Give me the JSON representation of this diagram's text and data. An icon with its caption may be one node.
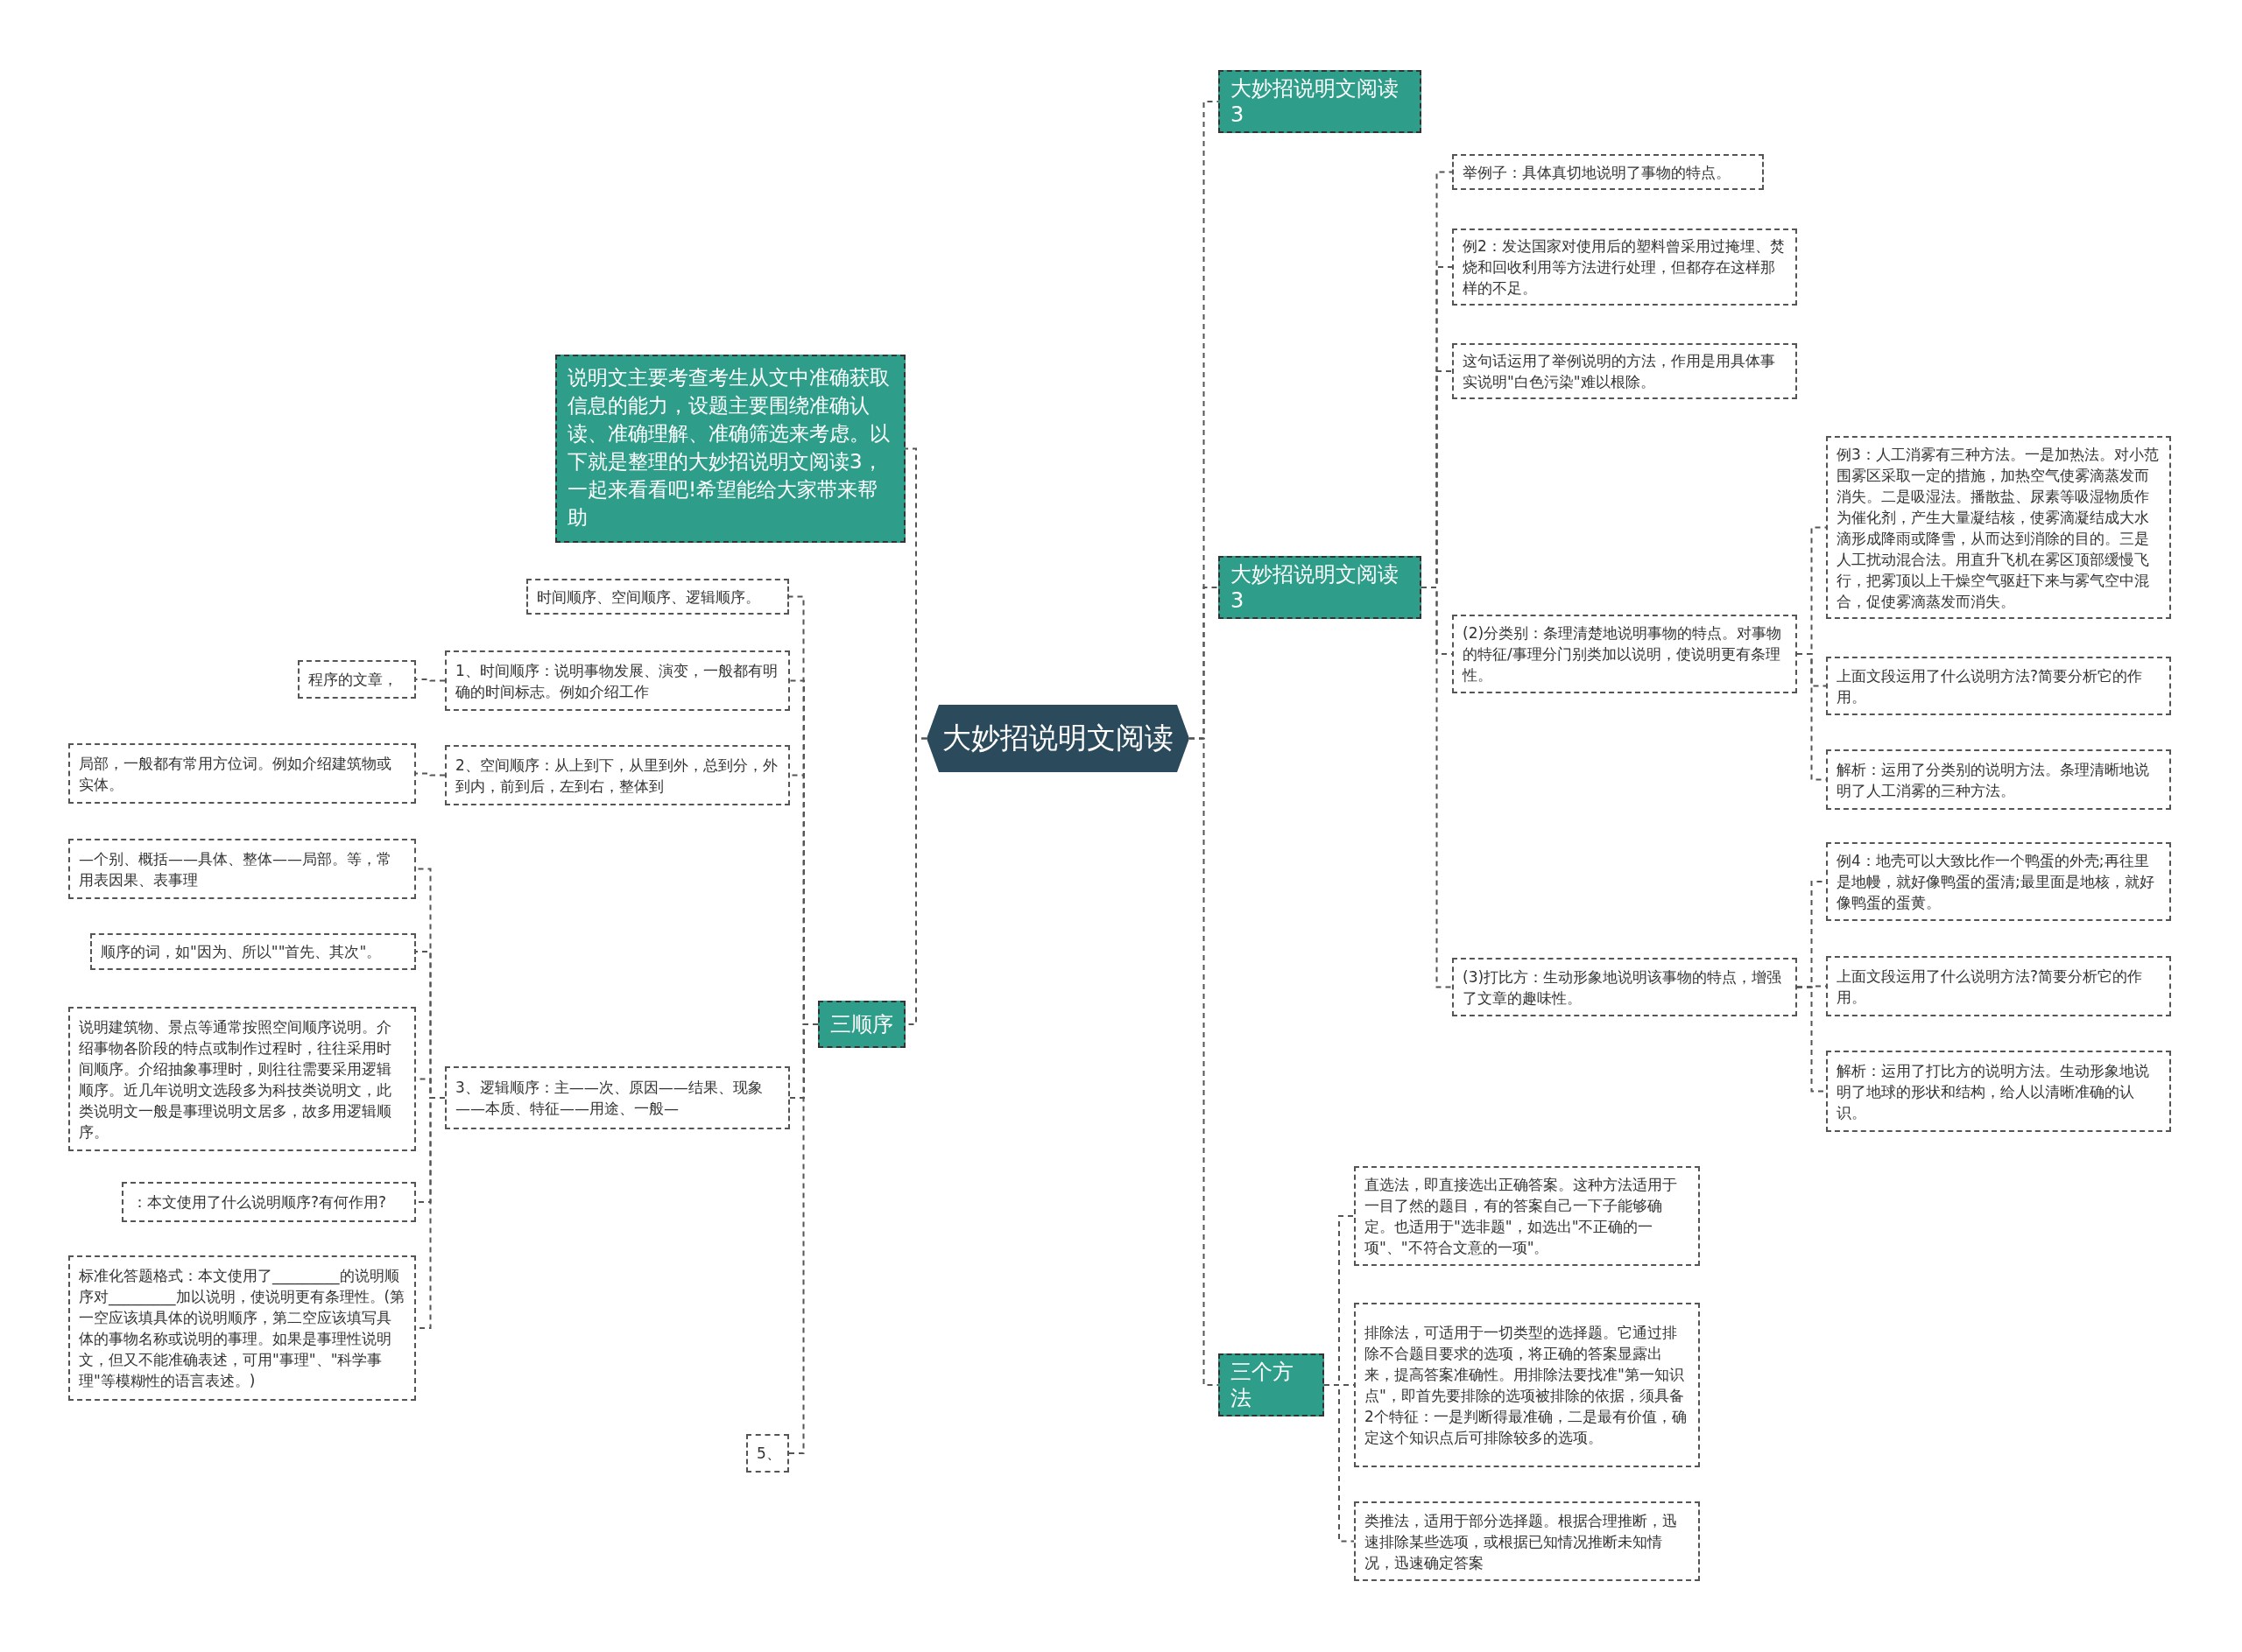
{
  "diagram": {
    "nodes": [
      {
        "text": [
          "大妙招说明文阅读"
        ]
      },
      {
        "text": [
          "说明文主要考查考生从文中准确获取信息的能力，设题主要围绕准确认读、准确理解、准确筛选来考虑。以下就是整理的大妙招说明文阅读3，一起来看看吧!希望能给大家带来帮助"
        ]
      },
      {
        "text": [
          "三顺序"
        ]
      },
      {
        "text": [
          "时间顺序、空间顺序、逻辑顺序。"
        ]
      },
      {
        "text": [
          "1、时间顺序：说明事物发展、演变，一般都有明确的时间标志。例如介绍工作"
        ]
      },
      {
        "text": [
          "程序的文章，"
        ]
      },
      {
        "text": [
          "2、空间顺序：从上到下，从里到外，总到分，外到内，前到后，左到右，整体到"
        ]
      },
      {
        "text": [
          "局部，一般都有常用方位词。例如介绍建筑物或实体。"
        ]
      },
      {
        "text": [
          "3、逻辑顺序：主——次、原因——结果、现象——本质、特征——用途、一般—"
        ]
      },
      {
        "text": [
          "—个别、概括——具体、整体——局部。等，常用表因果、表事理"
        ]
      },
      {
        "text": [
          "顺序的词，如\"因为、所以\"\"首先、其次\"。"
        ]
      },
      {
        "text": [
          "说明建筑物、景点等通常按照空间顺序说明。介绍事物各阶段的特点或制作过程时，往往采用时间顺序。介绍抽象事理时，则往往需要采用逻辑顺序。近几年说明文选段多为科技类说明文，此类说明文一般是事理说明文居多，故多用逻辑顺序。"
        ]
      },
      {
        "text": [
          "：本文使用了什么说明顺序?有何作用?"
        ]
      },
      {
        "text": [
          "标准化答题格式：本文使用了_________的说明顺序对_________加以说明，使说明更有条理性。(第一空应该填具体的说明顺序，第二空应该填写具体的事物名称或说明的事理。如果是事理性说明文，但又不能准确表述，可用\"事理\"、\"科学事理\"等模糊性的语言表述。)"
        ]
      },
      {
        "text": [
          "5、"
        ]
      },
      {
        "text": [
          "大妙招说明文阅读3"
        ]
      },
      {
        "text": [
          "大妙招说明文阅读3"
        ]
      },
      {
        "text": [
          "举例子：具体真切地说明了事物的特点。"
        ]
      },
      {
        "text": [
          "例2：发达国家对使用后的塑料曾采用过掩埋、焚烧和回收利用等方法进行处理，但都存在这样那样的不足。"
        ]
      },
      {
        "text": [
          "这句话运用了举例说明的方法，作用是用具体事实说明\"白色污染\"难以根除。"
        ]
      },
      {
        "text": [
          "(2)分类别：条理清楚地说明事物的特点。对事物的特征/事理分门别类加以说明，使说明更有条理性。"
        ]
      },
      {
        "text": [
          "例3：人工消雾有三种方法。一是加热法。对小范围雾区采取一定的措施，加热空气使雾滴蒸发而消失。二是吸湿法。播散盐、尿素等吸湿物质作为催化剂，产生大量凝结核，使雾滴凝结成大水滴形成降雨或降雪，从而达到消除的目的。三是人工扰动混合法。用直升飞机在雾区顶部缓慢飞行，把雾顶以上干燥空气驱赶下来与雾气空中混合，促使雾滴蒸发而消失。"
        ]
      },
      {
        "text": [
          "上面文段运用了什么说明方法?简要分析它的作用。"
        ]
      },
      {
        "text": [
          "解析：运用了分类别的说明方法。条理清晰地说明了人工消雾的三种方法。"
        ]
      },
      {
        "text": [
          "(3)打比方：生动形象地说明该事物的特点，增强了文章的趣味性。"
        ]
      },
      {
        "text": [
          "例4：地壳可以大致比作一个鸭蛋的外壳;再往里是地幔，就好像鸭蛋的蛋清;最里面是地核，就好像鸭蛋的蛋黄。"
        ]
      },
      {
        "text": [
          "上面文段运用了什么说明方法?简要分析它的作用。"
        ]
      },
      {
        "text": [
          "解析：运用了打比方的说明方法。生动形象地说明了地球的形状和结构，给人以清晰准确的认识。"
        ]
      },
      {
        "text": [
          "三个方法"
        ]
      },
      {
        "text": [
          "直选法，即直接选出正确答案。这种方法适用于一目了然的题目，有的答案自己一下子能够确定。也适用于\"选非题\"，如选出\"不正确的一项\"、\"不符合文意的一项\"。"
        ]
      },
      {
        "text": [
          "排除法，可适用于一切类型的选择题。它通过排除不合题目要求的选项，将正确的答案显露出来，提高答案准确性。用排除法要找准\"第一知识点\"，即首先要排除的选项被排除的依据，须具备2个特征：一是判断得最准确，二是最有价值，确定这个知识点后可排除较多的选项。"
        ]
      },
      {
        "text": [
          "类推法，适用于部分选择题。根据合理推断，迅速排除某些选项，或根据已知情况推断未知情况，迅速确定答案"
        ]
      }
    ],
    "edges": [
      {
        "from": 0,
        "to": 1,
        "arrow": "none"
      },
      {
        "from": 0,
        "to": 2,
        "arrow": "none"
      },
      {
        "from": 2,
        "to": 3,
        "arrow": "none"
      },
      {
        "from": 2,
        "to": 4,
        "arrow": "none"
      },
      {
        "from": 4,
        "to": 5,
        "arrow": "none"
      },
      {
        "from": 2,
        "to": 6,
        "arrow": "none"
      },
      {
        "from": 6,
        "to": 7,
        "arrow": "none"
      },
      {
        "from": 2,
        "to": 8,
        "arrow": "none"
      },
      {
        "from": 8,
        "to": 9,
        "arrow": "none"
      },
      {
        "from": 8,
        "to": 10,
        "arrow": "none"
      },
      {
        "from": 8,
        "to": 11,
        "arrow": "none"
      },
      {
        "from": 8,
        "to": 12,
        "arrow": "none"
      },
      {
        "from": 8,
        "to": 13,
        "arrow": "none"
      },
      {
        "from": 2,
        "to": 14,
        "arrow": "none"
      },
      {
        "from": 0,
        "to": 15,
        "arrow": "none"
      },
      {
        "from": 0,
        "to": 16,
        "arrow": "none"
      },
      {
        "from": 16,
        "to": 17,
        "arrow": "none"
      },
      {
        "from": 16,
        "to": 18,
        "arrow": "none"
      },
      {
        "from": 16,
        "to": 19,
        "arrow": "none"
      },
      {
        "from": 16,
        "to": 20,
        "arrow": "none"
      },
      {
        "from": 20,
        "to": 21,
        "arrow": "none"
      },
      {
        "from": 20,
        "to": 22,
        "arrow": "none"
      },
      {
        "from": 20,
        "to": 23,
        "arrow": "none"
      },
      {
        "from": 16,
        "to": 24,
        "arrow": "none"
      },
      {
        "from": 24,
        "to": 25,
        "arrow": "none"
      },
      {
        "from": 24,
        "to": 26,
        "arrow": "none"
      },
      {
        "from": 24,
        "to": 27,
        "arrow": "none"
      },
      {
        "from": 0,
        "to": 28,
        "arrow": "none"
      },
      {
        "from": 28,
        "to": 29,
        "arrow": "none"
      },
      {
        "from": 28,
        "to": 30,
        "arrow": "none"
      },
      {
        "from": 28,
        "to": 31,
        "arrow": "none"
      }
    ]
  }
}
